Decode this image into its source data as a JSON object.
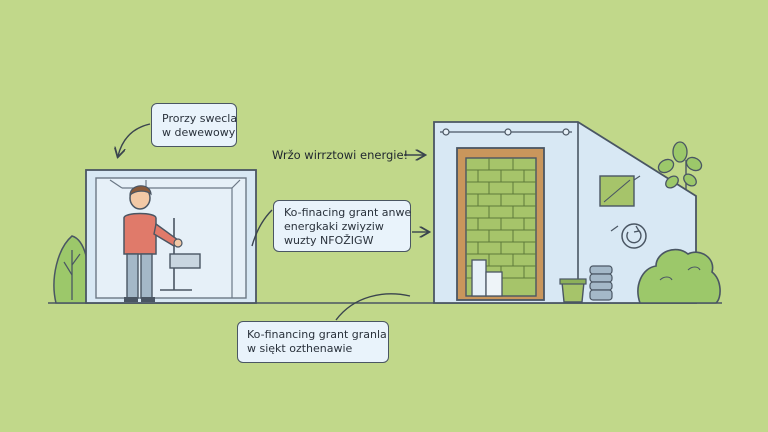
{
  "callouts": {
    "top_left": {
      "line1": "Prorzy swecla",
      "line2": "w dewewowy"
    },
    "headline": "Wržo wirrztowi energie!",
    "middle": {
      "line1": "Ko-finacing grant anwe",
      "line2": "energkaki zwiyziw",
      "line3": "wuzty NFOŽIGW"
    },
    "bottom": {
      "line1": "Ko-financing grant granla",
      "line2": "w siękt ozthenawie"
    }
  },
  "icons": {
    "refresh": "refresh-icon",
    "plant": "leaf-plant-icon"
  },
  "colors": {
    "background": "#c1d88a",
    "outline": "#4a5663",
    "glass": "#d8e8f4",
    "brick": "#a6c46a",
    "person_shirt": "#e07a6a",
    "foliage": "#9cc86a"
  }
}
